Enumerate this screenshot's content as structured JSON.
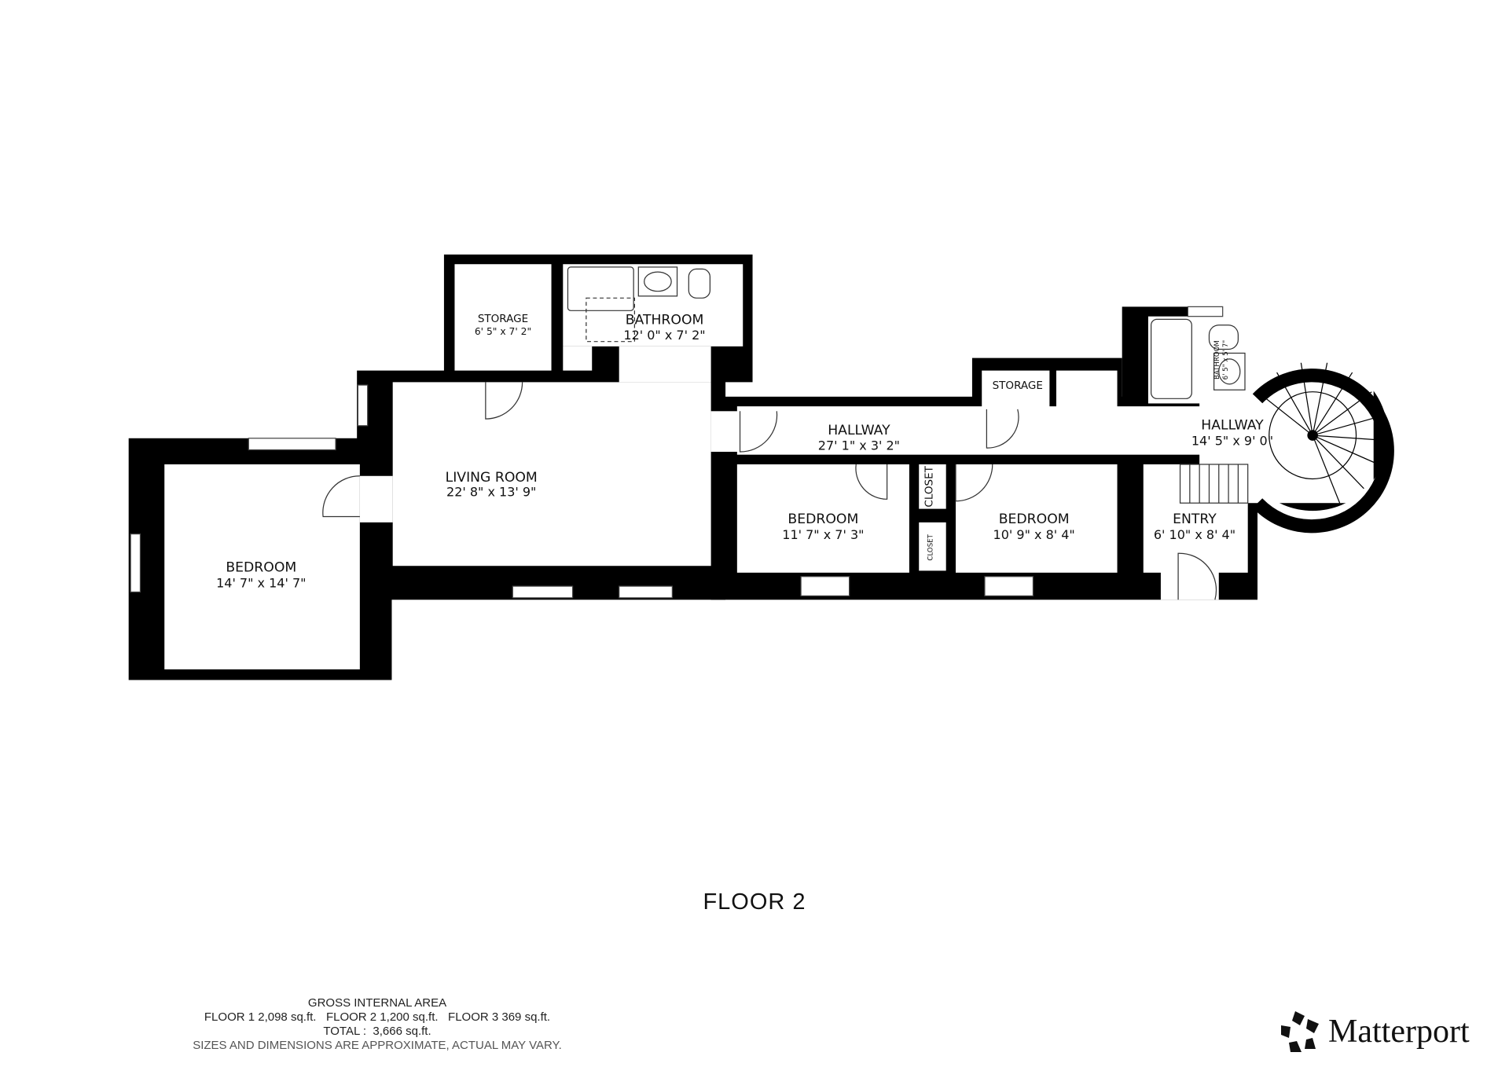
{
  "floor_title": "FLOOR 2",
  "rooms": [
    {
      "name": "BEDROOM",
      "size": "14' 7\" x 14' 7\""
    },
    {
      "name": "LIVING ROOM",
      "size": "22' 8\" x 13' 9\""
    },
    {
      "name": "STORAGE",
      "size": "6' 5\" x 7' 2\""
    },
    {
      "name": "BATHROOM",
      "size": "12' 0\" x 7' 2\""
    },
    {
      "name": "HALLWAY",
      "size": "27' 1\" x 3' 2\""
    },
    {
      "name": "STORAGE",
      "size": ""
    },
    {
      "name": "BATHROOM",
      "size": "6' 5\" x 5' 7\""
    },
    {
      "name": "HALLWAY",
      "size": "14' 5\" x 9' 0\""
    },
    {
      "name": "BEDROOM",
      "size": "11' 7\" x 7' 3\""
    },
    {
      "name": "CLOSET",
      "size": ""
    },
    {
      "name": "CLOSET",
      "size": ""
    },
    {
      "name": "BEDROOM",
      "size": "10' 9\" x 8' 4\""
    },
    {
      "name": "ENTRY",
      "size": "6' 10\" x 8' 4\""
    }
  ],
  "area": {
    "heading": "GROSS INTERNAL AREA",
    "floors": "FLOOR 1 2,098 sq.ft.   FLOOR 2 1,200 sq.ft.   FLOOR 3 369 sq.ft.",
    "total": "TOTAL :  3,666 sq.ft.",
    "note": "SIZES AND DIMENSIONS ARE APPROXIMATE, ACTUAL MAY VARY."
  },
  "brand": "Matterport"
}
